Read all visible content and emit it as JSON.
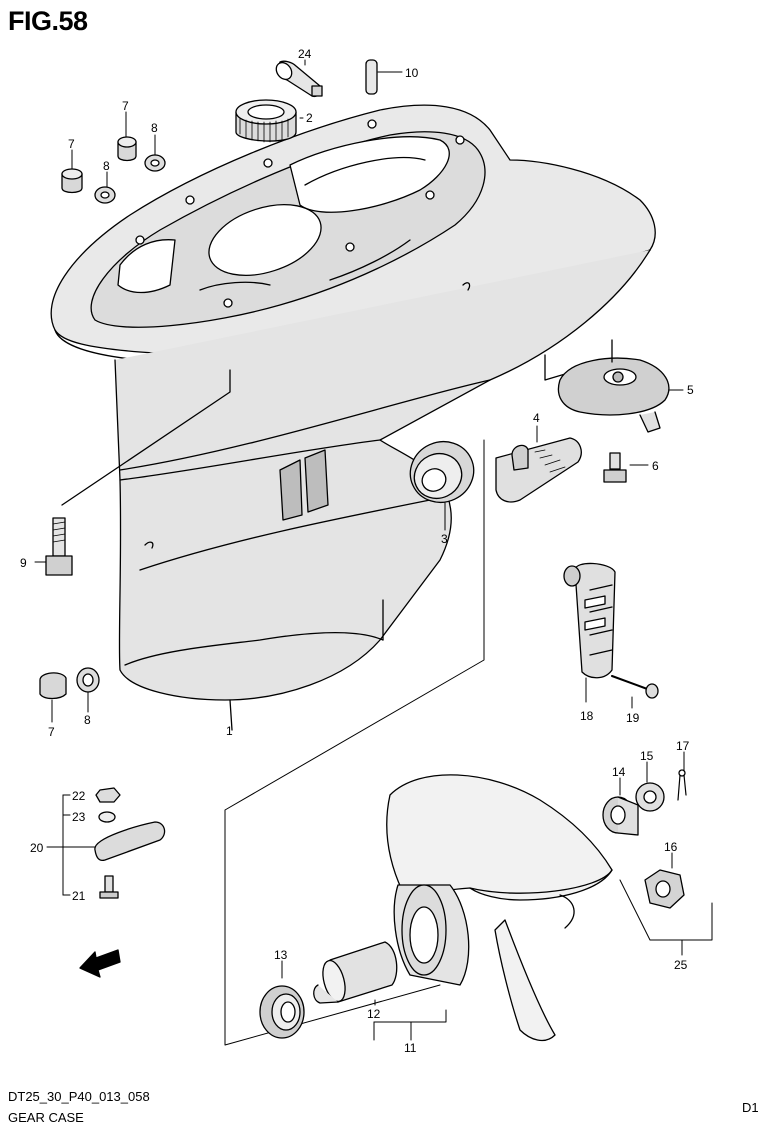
{
  "figure": {
    "title": "FIG.58",
    "code": "DT25_30_P40_013_058",
    "caption": "GEAR CASE",
    "page_code": "D1"
  },
  "callouts": {
    "p1": "1",
    "p2": "2",
    "p3": "3",
    "p4": "4",
    "p5": "5",
    "p6": "6",
    "p7a": "7",
    "p7b": "7",
    "p7c": "7",
    "p8a": "8",
    "p8b": "8",
    "p8c": "8",
    "p9": "9",
    "p10": "10",
    "p11": "11",
    "p12": "12",
    "p13": "13",
    "p14": "14",
    "p15": "15",
    "p16": "16",
    "p17": "17",
    "p18": "18",
    "p19": "19",
    "p20": "20",
    "p21": "21",
    "p22": "22",
    "p23": "23",
    "p24": "24",
    "p25": "25"
  },
  "icons": {
    "direction": "fwd-arrow-icon"
  }
}
